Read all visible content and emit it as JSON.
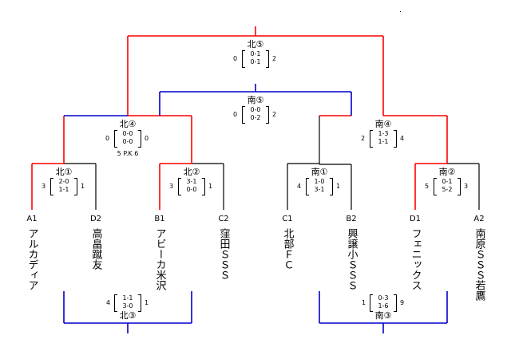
{
  "rounds": {
    "final": {
      "label": "北⑤",
      "left": "0",
      "right": "2",
      "games": [
        "0-1",
        "0-1"
      ]
    },
    "south_semi": {
      "label": "南⑤",
      "left": "0",
      "right": "2",
      "games": [
        "0-0",
        "0-2"
      ]
    },
    "north_4": {
      "label": "北④",
      "left": "0",
      "right": "0",
      "games": [
        "0-0",
        "0-0"
      ],
      "note": "5 P.K 6"
    },
    "south_4": {
      "label": "南④",
      "left": "2",
      "right": "4",
      "games": [
        "1-3",
        "1-1"
      ]
    },
    "north_1": {
      "label": "北①",
      "left": "3",
      "right": "1",
      "games": [
        "2-0",
        "1-1"
      ]
    },
    "north_2": {
      "label": "北②",
      "left": "3",
      "right": "1",
      "games": [
        "3-1",
        "0-0"
      ]
    },
    "south_1": {
      "label": "南①",
      "left": "4",
      "right": "1",
      "games": [
        "1-0",
        "3-1"
      ]
    },
    "south_2": {
      "label": "南②",
      "left": "5",
      "right": "3",
      "games": [
        "0-1",
        "5-2"
      ]
    },
    "north_3": {
      "label": "北③",
      "left": "4",
      "right": "1",
      "games": [
        "1-1",
        "3-0"
      ]
    },
    "south_3": {
      "label": "南③",
      "left": "1",
      "right": "9",
      "games": [
        "0-3",
        "1-6"
      ]
    }
  },
  "teams": [
    {
      "seed": "A1",
      "name": "アルカディア"
    },
    {
      "seed": "D2",
      "name": "高畠蹴友"
    },
    {
      "seed": "B1",
      "name": "アビーカ米沢"
    },
    {
      "seed": "C2",
      "name": "窪田ＳＳＳ"
    },
    {
      "seed": "C1",
      "name": "北部ＦＣ"
    },
    {
      "seed": "B2",
      "name": "興譲小ＳＳＳ"
    },
    {
      "seed": "D1",
      "name": "フェニックス"
    },
    {
      "seed": "A2",
      "name": "南原ＳＳＳ若鷹"
    }
  ],
  "colors": {
    "north": "#ff0000",
    "south": "#0000cc",
    "line": "#000000"
  }
}
